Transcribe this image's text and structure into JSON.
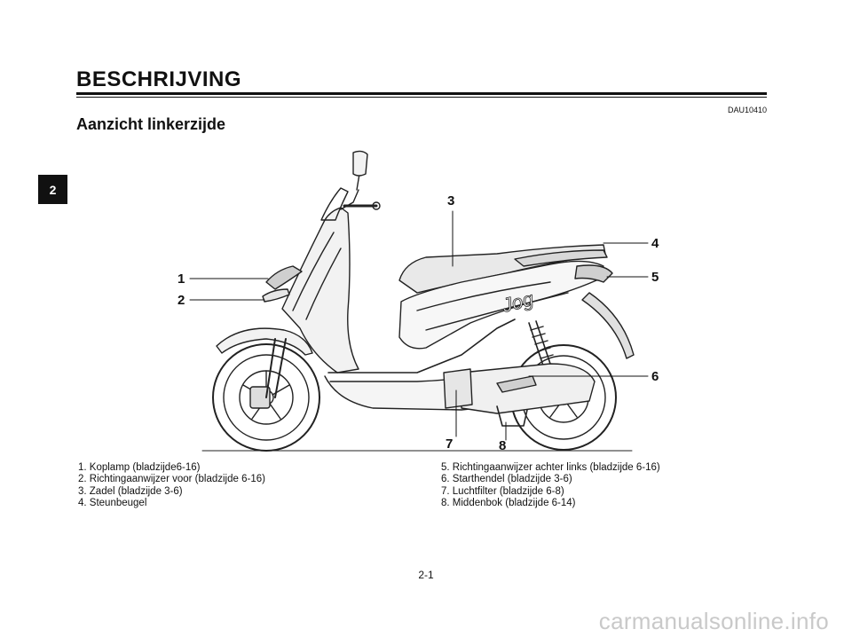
{
  "page": {
    "section_title": "BESCHRIJVING",
    "doc_code": "DAU10410",
    "subsection_title": "Aanzicht linkerzijde",
    "chapter_tab": "2",
    "page_number": "2-1",
    "watermark": "carmanualsonline.info"
  },
  "diagram": {
    "callouts": [
      "1",
      "2",
      "3",
      "4",
      "5",
      "6",
      "7",
      "8"
    ],
    "model_badge": "Jog"
  },
  "legend": {
    "items": [
      "1. Koplamp (bladzijde6-16)",
      "2. Richtingaanwijzer voor (bladzijde 6-16)",
      "3. Zadel (bladzijde 3-6)",
      "4. Steunbeugel",
      "5. Richtingaanwijzer achter links (bladzijde 6-16)",
      "6. Starthendel (bladzijde 3-6)",
      "7. Luchtfilter (bladzijde 6-8)",
      "8. Middenbok (bladzijde 6-14)"
    ]
  }
}
